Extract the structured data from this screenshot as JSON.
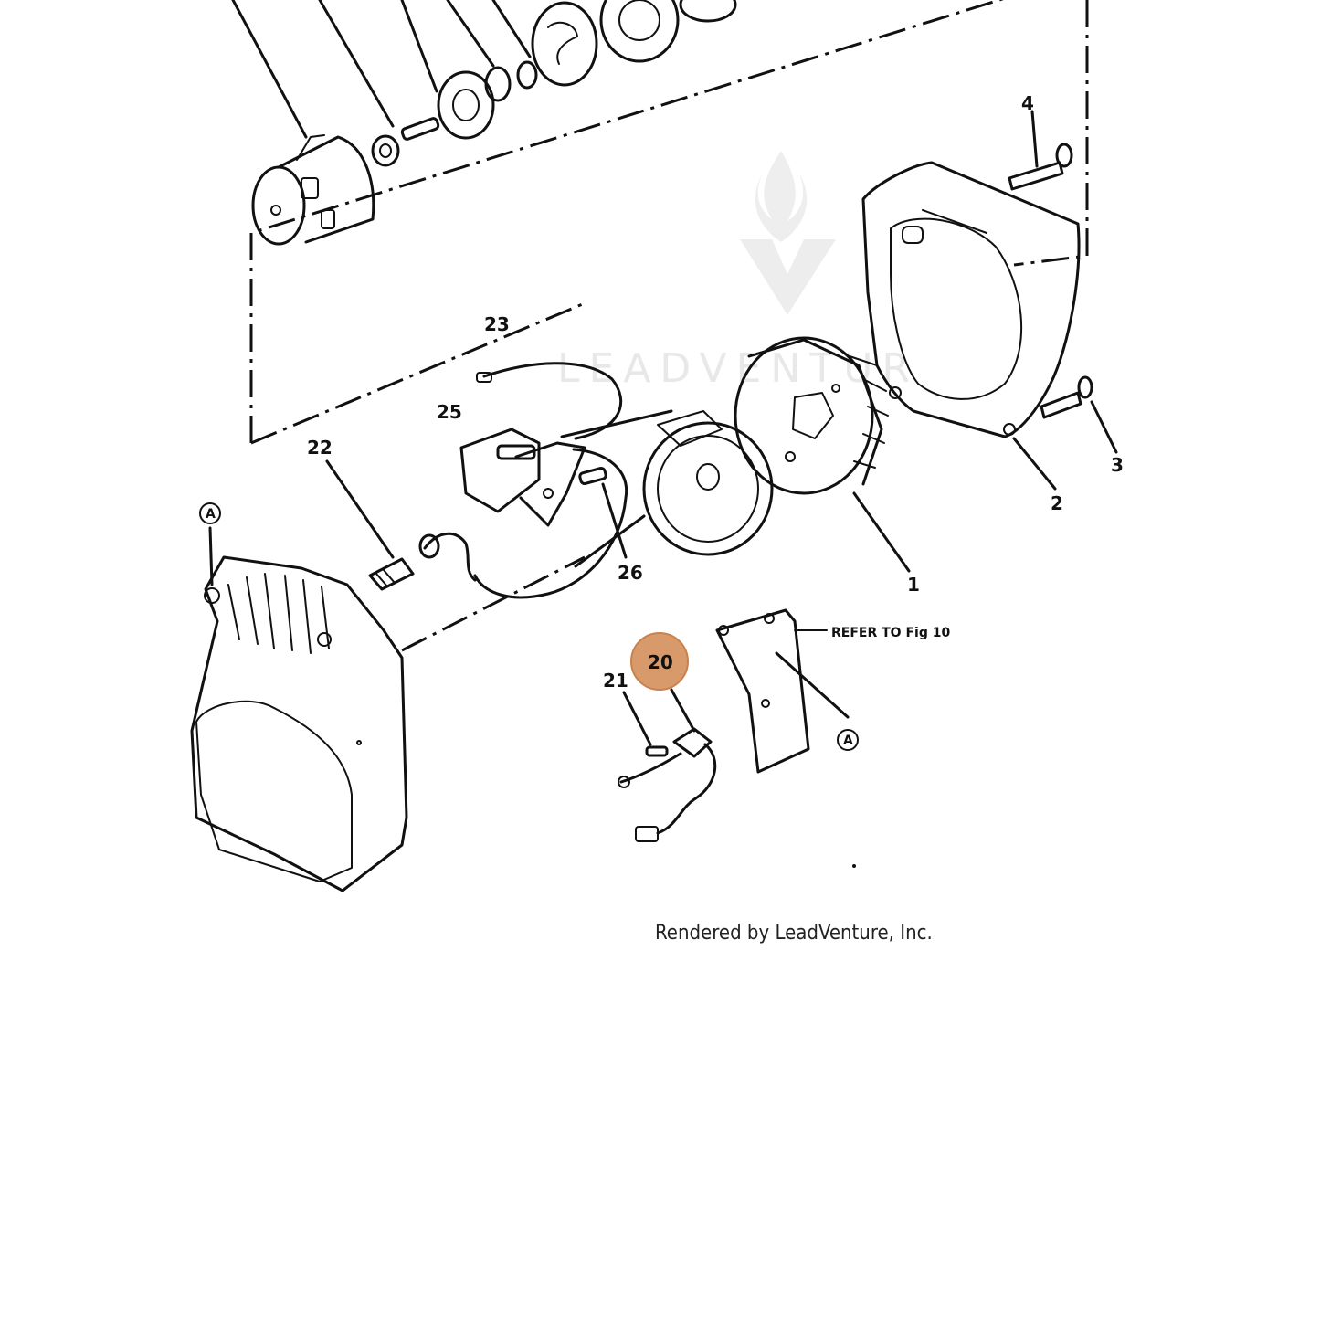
{
  "watermark": {
    "text": "LEADVENTUR"
  },
  "callouts": [
    {
      "id": "c1",
      "label": "1"
    },
    {
      "id": "c2",
      "label": "2"
    },
    {
      "id": "c3",
      "label": "3"
    },
    {
      "id": "c4",
      "label": "4"
    },
    {
      "id": "c20",
      "label": "20",
      "highlighted": true
    },
    {
      "id": "c21",
      "label": "21"
    },
    {
      "id": "c22",
      "label": "22"
    },
    {
      "id": "c23",
      "label": "23"
    },
    {
      "id": "c25",
      "label": "25"
    },
    {
      "id": "c26",
      "label": "26"
    }
  ],
  "reference": {
    "text": "REFER TO Fig 10"
  },
  "markers": [
    {
      "label": "A"
    },
    {
      "label": "A"
    }
  ],
  "footer": "Rendered by LeadVenture, Inc.",
  "colors": {
    "highlight": "#d89a6a",
    "highlight_border": "#c9824e",
    "line": "#111111"
  }
}
